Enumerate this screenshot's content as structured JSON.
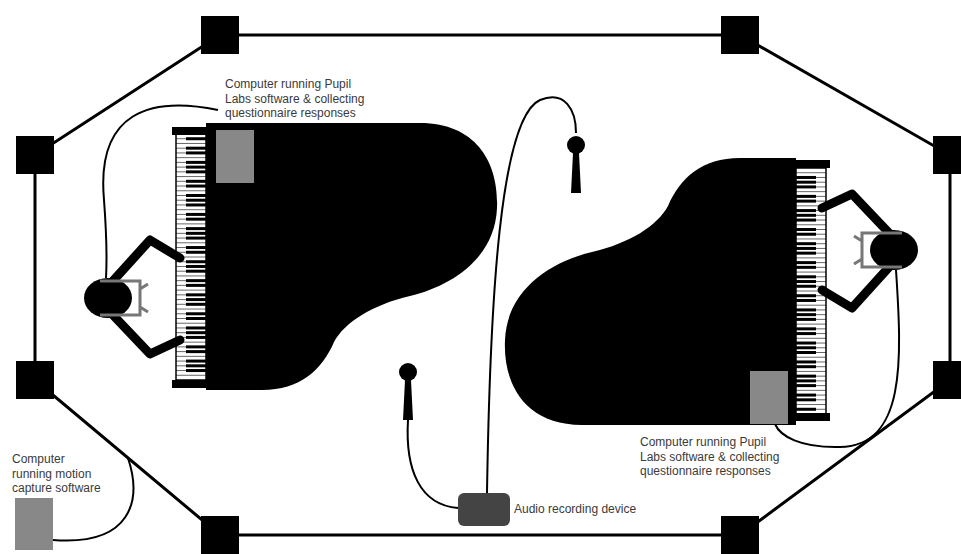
{
  "diagram": {
    "nodes": [
      {
        "text": [
          "Computer running Pupil Labs software & collecting questionnaire responses"
        ]
      },
      {
        "text": [
          "Computer running Pupil Labs software & collecting questionnaire responses"
        ]
      },
      {
        "text": [
          "Computer running motion capture software"
        ]
      },
      {
        "text": [
          "Audio recording device"
        ]
      }
    ]
  }
}
